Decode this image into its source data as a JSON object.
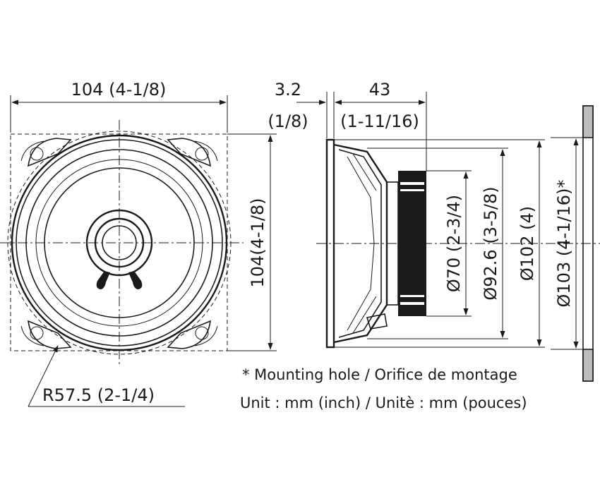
{
  "front_view": {
    "width_label": "104 (4-1/8)",
    "height_label": "104(4-1/8)",
    "radius_label": "R57.5 (2-1/4)"
  },
  "side_view": {
    "flange_label": "3.2",
    "flange_inch_label": "(1/8)",
    "depth_label": "43",
    "depth_inch_label": "(1-11/16)",
    "d70_label": "Ø70 (2-3/4)",
    "d92_label": "Ø92.6 (3-5/8)",
    "d102_label": "Ø102 (4)",
    "d103_label": "Ø103 (4-1/16)*"
  },
  "notes": {
    "mounting_hole": "* Mounting hole / Orifice de montage",
    "unit": "Unit : mm (inch) / Unitè : mm (pouces)"
  }
}
